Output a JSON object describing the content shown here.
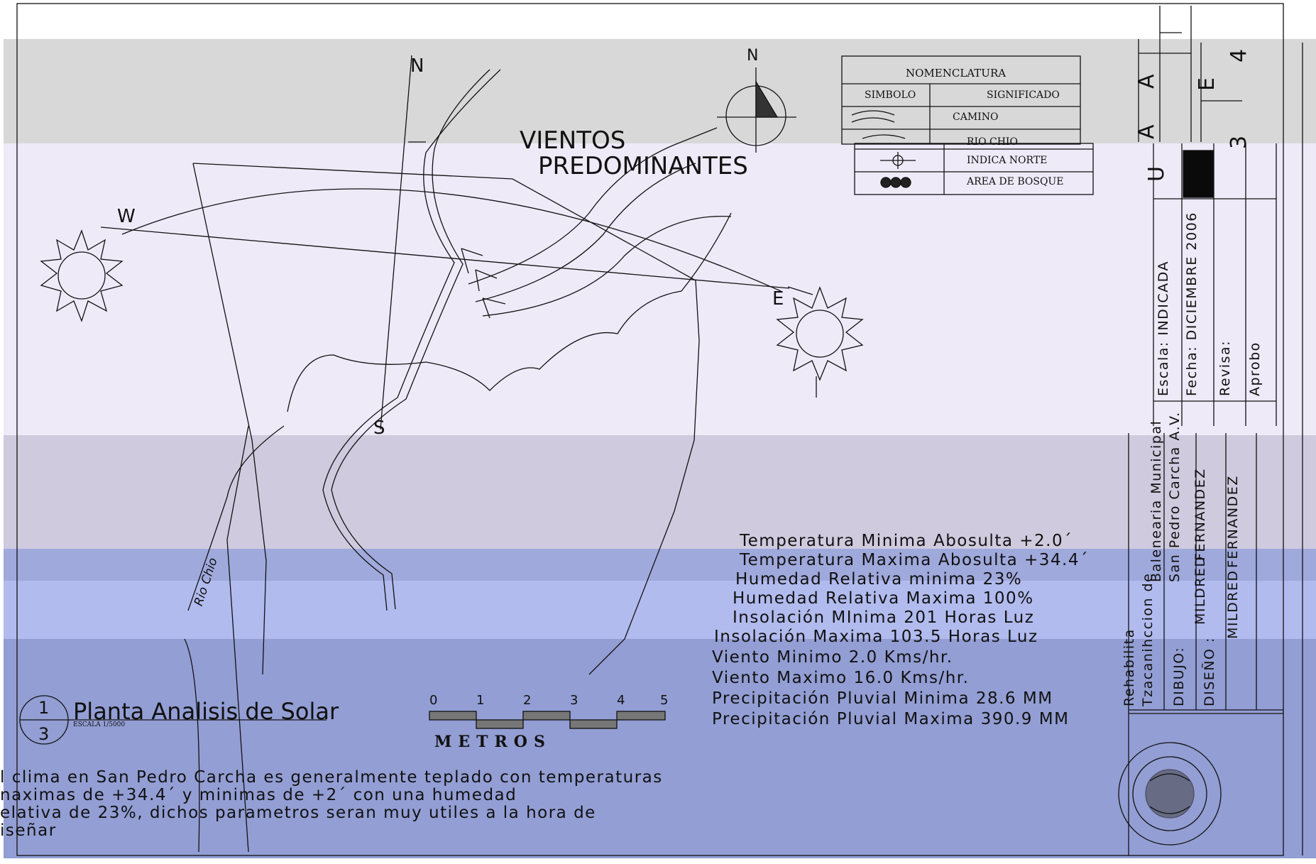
{
  "vientos": {
    "line1": "VIENTOS",
    "line2": "PREDOMINANTES"
  },
  "compass": {
    "north_small": "N",
    "north": "N",
    "west": "W",
    "east": "E",
    "south": "S"
  },
  "river_label": "Rio Chio",
  "nomenclatura": {
    "title": "NOMENCLATURA",
    "col_symbol": "SIMBOLO",
    "col_meaning": "SIGNIFICADO",
    "rows": [
      "CAMINO",
      "RIO CHIO",
      "INDICA NORTE",
      "AREA DE BOSQUE"
    ]
  },
  "climate": [
    "Temperatura Minima Abosulta +2.0´",
    "Temperatura Maxima Abosulta +34.4´",
    "Humedad Relativa minima 23%",
    "Humedad Relativa Maxima 100%",
    "Insolación MInima 201 Horas Luz",
    "Insolación Maxima 103.5 Horas Luz",
    "Viento Minimo 2.0 Kms/hr.",
    "Viento Maximo 16.0 Kms/hr.",
    "Precipitación Pluvial Minima 28.6 MM",
    "Precipitación Pluvial Maxima  390.9 MM"
  ],
  "plan": {
    "number": "1",
    "sheet": "3",
    "title": "Planta Analisis de Solar",
    "scale": "ESCALA 1/5000"
  },
  "scale_bar": {
    "ticks": [
      "0",
      "1",
      "2",
      "3",
      "4",
      "5"
    ],
    "unit": "METROS"
  },
  "description": [
    "l clima en San Pedro Carcha es generalmente teplado con temperaturas",
    "naximas de +34.4´ y minimas de +2´ con una humedad",
    "elativa de 23%, dichos parametros seran muy utiles a la hora de",
    "iseñar"
  ],
  "title_block": {
    "letters": [
      "U",
      "A",
      "E"
    ],
    "numbers": [
      "3",
      "4"
    ],
    "escala": "Escala:  INDICADA",
    "fecha": "Fecha:  DICIEMBRE 2006",
    "revisa": "Revisa:",
    "aprobo": "Aprobo",
    "project_1": "Rehabilita",
    "project_2": "Tzacanihccion de",
    "project_3": "Balenearia Municipal",
    "project_4": "San Pedro Carcha A.V.",
    "dibujo": "DIBUJO:",
    "diseno": "DISEÑO :",
    "name_1": "MILDRED",
    "surname_1": "FERNANDEZ",
    "name_2": "MILDRED",
    "surname_2": "FERNANDEZ"
  }
}
